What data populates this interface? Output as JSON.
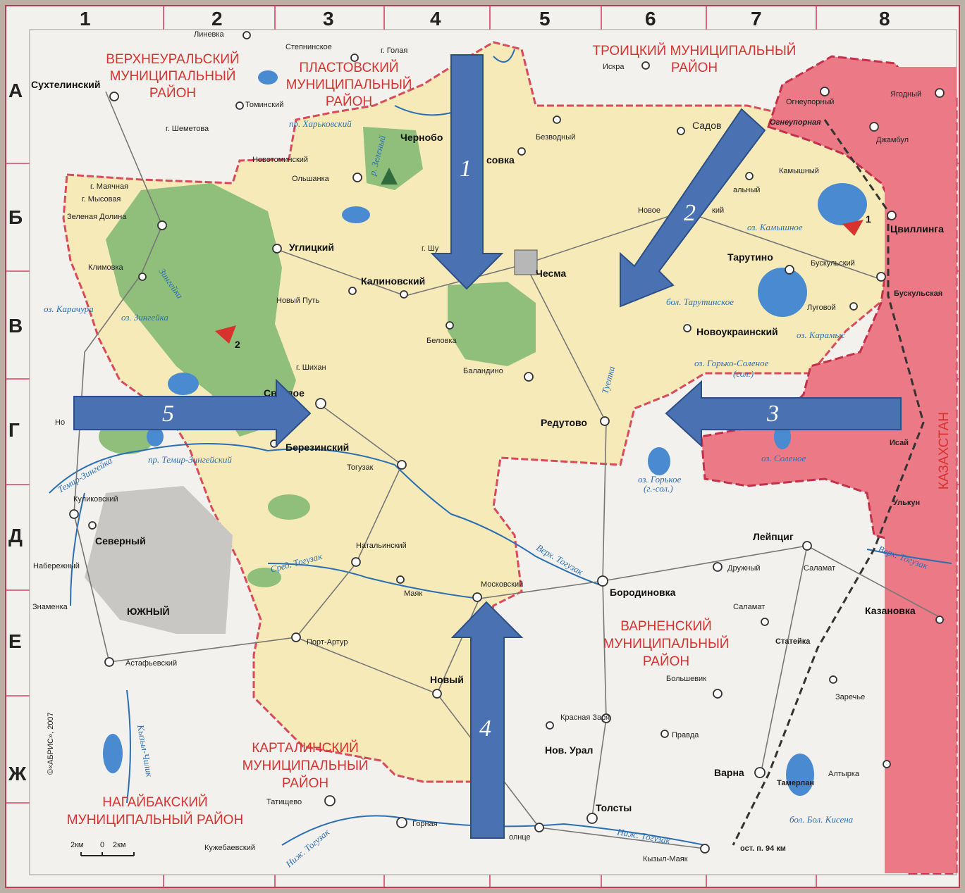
{
  "grid": {
    "columns": [
      "1",
      "2",
      "3",
      "4",
      "5",
      "6",
      "7",
      "8"
    ],
    "rows": [
      "А",
      "Б",
      "В",
      "Г",
      "Д",
      "Е",
      "Ж"
    ]
  },
  "regions": {
    "verkhneuralsky": [
      "ВЕРХНЕУРАЛЬСКИЙ",
      "МУНИЦИПАЛЬНЫЙ",
      "РАЙОН"
    ],
    "plastovsky": [
      "ПЛАСТОВСКИЙ",
      "МУНИЦИПАЛЬНЫЙ",
      "РАЙОН"
    ],
    "troitsky": [
      "ТРОИЦКИЙ МУНИЦИПАЛЬНЫЙ",
      "РАЙОН"
    ],
    "varnensky": [
      "ВАРНЕНСКИЙ",
      "МУНИЦИПАЛЬНЫЙ",
      "РАЙОН"
    ],
    "kartalinsky": [
      "КАРТАЛИНСКИЙ",
      "МУНИЦИПАЛЬНЫЙ",
      "РАЙОН"
    ],
    "nagaybaksky": [
      "НАГАЙБАКСКИЙ",
      "МУНИЦИПАЛЬНЫЙ РАЙОН"
    ],
    "kazakhstan": "КАЗАХСТАН"
  },
  "settlements": {
    "chesma": "Чесма",
    "varna": "Варна",
    "yuzhny": "ЮЖНЫЙ",
    "linevka": "Линевка",
    "stepninskoe": "Степнинское",
    "golaya": "г. Голая",
    "sukhtelinsky": "Сухтелинский",
    "tominsky": "Томинский",
    "shemetova": "г. Шеметова",
    "novotominsky": "Новотоминский",
    "olshanka": "Ольшанка",
    "chernobor": "Чернобо",
    "sovka": "совка",
    "iskra": "Искра",
    "bezvodny": "Безводный",
    "sadovy": "Садов",
    "ogneuporny": "Огнеупорный",
    "ogneupornaya": "Огнеупорная",
    "yagodny": "Ягодный",
    "dzhambul": "Джамбул",
    "kamyshny": "Камышный",
    "alny": "альный",
    "novo": "Новое",
    "ky": "кий",
    "tsvillinga": "Цвиллинга",
    "maychnaya": "г. Маячная",
    "mysovaya": "г. Мысовая",
    "zelenaya_dolina": "Зеленая Долина",
    "uglitsky": "Углицкий",
    "klimovka": "Климовка",
    "shu": "г. Шу",
    "kalinovsky": "Калиновский",
    "novy_put": "Новый Путь",
    "tarutino": "Тарутино",
    "buskulsky": "Бускульский",
    "buskulskaya": "Бускульская",
    "lugovoy": "Луговой",
    "belovka": "Беловка",
    "novoukrainsky": "Новоукраинский",
    "shikhan": "г. Шихан",
    "balandino": "Баландино",
    "svetloe": "Светлое",
    "no": "Но",
    "berezinsky": "Березинский",
    "togyzak": "Тогузак",
    "redutovo": "Редутово",
    "isay": "Исай",
    "ulkun": "Улькун",
    "kulikovsky": "Куликовский",
    "severny": "Северный",
    "naberezhny": "Набережный",
    "znamenka": "Знаменка",
    "natalinsky": "Натальинский",
    "mayak": "Маяк",
    "moskovsky": "Московский",
    "leyptsig": "Лейпциг",
    "druzhny": "Дружный",
    "salamat": "Саламат",
    "salamat2": "Саламат",
    "borodinovka": "Бородиновка",
    "kazanovka": "Казановка",
    "port_artur": "Порт-Артур",
    "astafyevsky": "Астафьевский",
    "stateyka": "Статейка",
    "novy": "Новый",
    "bolshevik": "Большевик",
    "zareche": "Заречье",
    "krasnaya_zarya": "Красная Заря",
    "pravda": "Правда",
    "nov_ural": "Нов. Урал",
    "altyrka": "Алтырка",
    "tamerlan": "Тамерлан",
    "tatishchevo": "Татищево",
    "tolsty": "Толсты",
    "gornaya": "Горная",
    "solntse": "олнце",
    "kuzhebaevsky": "Кужебаевский",
    "kyzyl_mayak": "Кызыл-Маяк",
    "ost_94": "ост. п. 94 км"
  },
  "water": {
    "kharkovsky": "пр. Харьковский",
    "zeleny": "р. Зеленый",
    "kamyshnoe": "оз. Камышное",
    "karachura": "оз. Карачура",
    "zingeyka_lake": "оз. Зингейка",
    "zingeyka_river": "Зингейка",
    "tarutinskoe": "бол. Тарутинское",
    "karamys": "оз. Карамыс",
    "gorko_solenoe": "оз. Горько-Соленое",
    "sol": "(сол.)",
    "tuetkan": "Туетка",
    "solenoe": "оз. Соленое",
    "gorkoe": "оз. Горькое",
    "gsol": "(г.-сол.)",
    "temir_zingeyka": "Темир-Зингейка",
    "temir_zingeysky": "пр. Темир-Зингейский",
    "sred_togyzak": "Сред. Тогузак",
    "verkh_togyzak": "Верх. Тогузак",
    "verkh_togyzak2": "Верх. Тогузак",
    "kyzyl_chilik": "Кызыл-Чилик",
    "nizh_togyzak": "Ниж. Тогузак",
    "nizh_togyzak2": "Ниж. Тогузак",
    "kisena": "бол. Бол. Кисена"
  },
  "markers": {
    "m1": "1",
    "m2": "2"
  },
  "arrows": [
    "1",
    "2",
    "3",
    "4",
    "5"
  ],
  "copyright": "©«АБРИС», 2007",
  "scale": {
    "a": "2км",
    "b": "0",
    "c": "2км"
  },
  "colors": {
    "land": "#f6eab9",
    "outside": "#f3f1ee",
    "forest": "#8fbf7a",
    "kazakh": "#ec7a86",
    "border": "#d94a5a",
    "water": "#2b6fb3",
    "arrow": "#4a72b3",
    "region_text": "#d8322e"
  }
}
